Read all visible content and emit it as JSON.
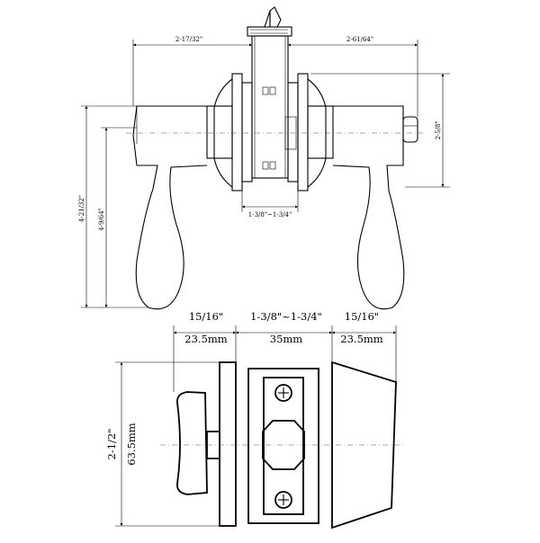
{
  "top_view": {
    "dim_left_width": "2-17/32\"",
    "dim_right_width": "2-61/64\"",
    "dim_right_height": "2-5/8\"",
    "dim_overall_height": "4-21/32\"",
    "dim_lever_height": "4-9/64\"",
    "dim_door_thickness": "1-3/8\"~1-3/4\""
  },
  "bottom_view": {
    "dim_left_in": "15/16\"",
    "dim_left_mm": "23.5mm",
    "dim_mid_in": "1-3/8\"~1-3/4\"",
    "dim_mid_mm": "35mm",
    "dim_right_in": "15/16\"",
    "dim_right_mm": "23.5mm",
    "dim_height_in": "2-1/2\"",
    "dim_height_mm": "63.5mm"
  }
}
